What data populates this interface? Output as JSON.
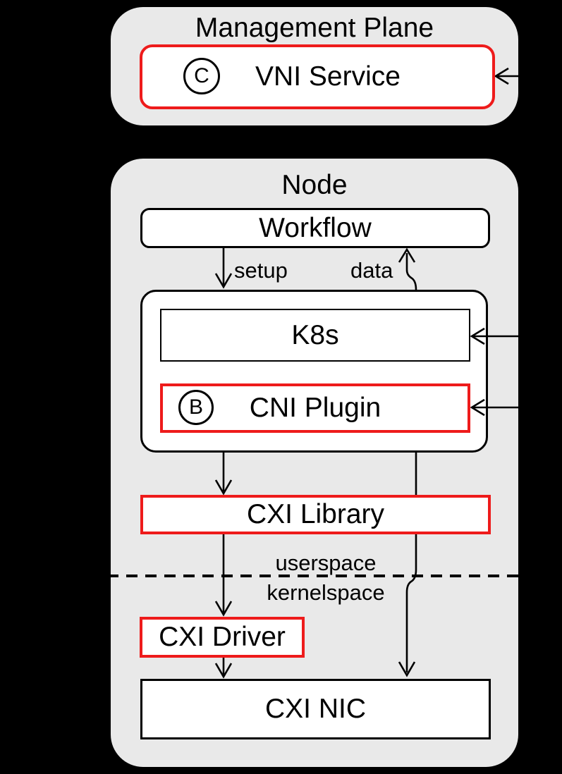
{
  "colors": {
    "background": "#000000",
    "panel_fill": "#e9e9e9",
    "box_fill": "#ffffff",
    "accent_red": "#ee1b1b",
    "line_black": "#000000"
  },
  "management_plane": {
    "title": "Management Plane",
    "vni_service": {
      "label": "VNI Service",
      "badge": "C"
    }
  },
  "node": {
    "title": "Node",
    "workflow": {
      "label": "Workflow"
    },
    "edge_labels": {
      "setup": "setup",
      "data": "data"
    },
    "k8s": {
      "label": "K8s"
    },
    "cni_plugin": {
      "label": "CNI Plugin",
      "badge": "B"
    },
    "cxi_library": {
      "label": "CXI Library"
    },
    "space_boundary": {
      "above": "userspace",
      "below": "kernelspace"
    },
    "cxi_driver": {
      "label": "CXI Driver"
    },
    "cxi_nic": {
      "label": "CXI NIC"
    }
  }
}
